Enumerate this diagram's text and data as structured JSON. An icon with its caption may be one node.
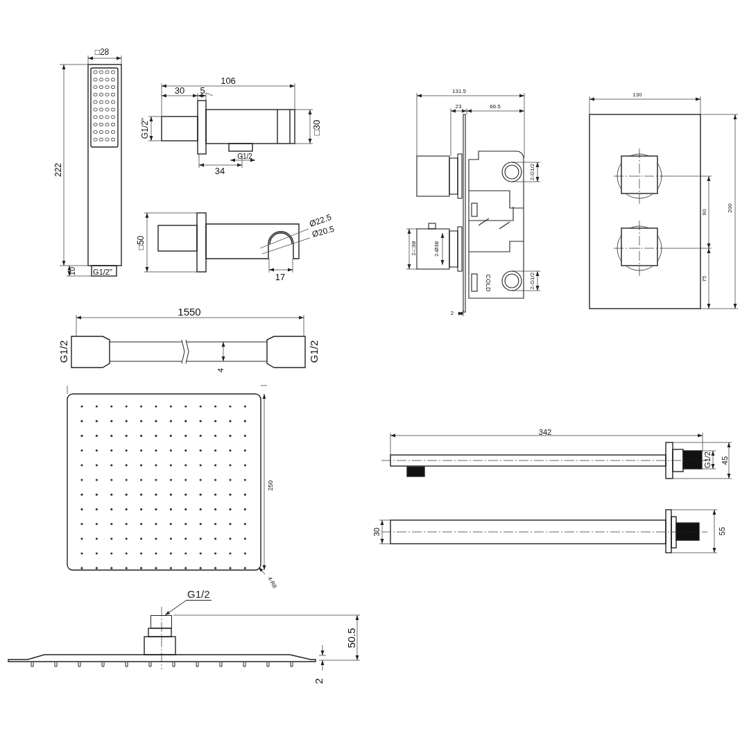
{
  "diagram": {
    "nodes": [
      {
        "text": [
          "G1/2"
        ]
      },
      {
        "text": [],
        "shape": "box"
      }
    ],
    "edges": [
      {
        "from": 0,
        "to": 1,
        "arrow": "to"
      }
    ],
    "labels": [
      "□28",
      "222",
      "10",
      "G1/2\"",
      "106",
      "30",
      "5",
      "G1/2\"",
      "□30",
      "34",
      "G1/2",
      "□50",
      "Ø22.5",
      "Ø20.5",
      "17",
      "131.5",
      "23",
      "66.5",
      "2-G1/2",
      "2-□38",
      "2-Ø38",
      "COLD",
      "2-G1/2",
      "2",
      "130",
      "90",
      "200",
      "75",
      "1550",
      "G1/2",
      "4",
      "G1/2",
      "250",
      "4-R8",
      "342",
      "G1/2",
      "45",
      "30",
      "55",
      "50.5",
      "2"
    ]
  }
}
